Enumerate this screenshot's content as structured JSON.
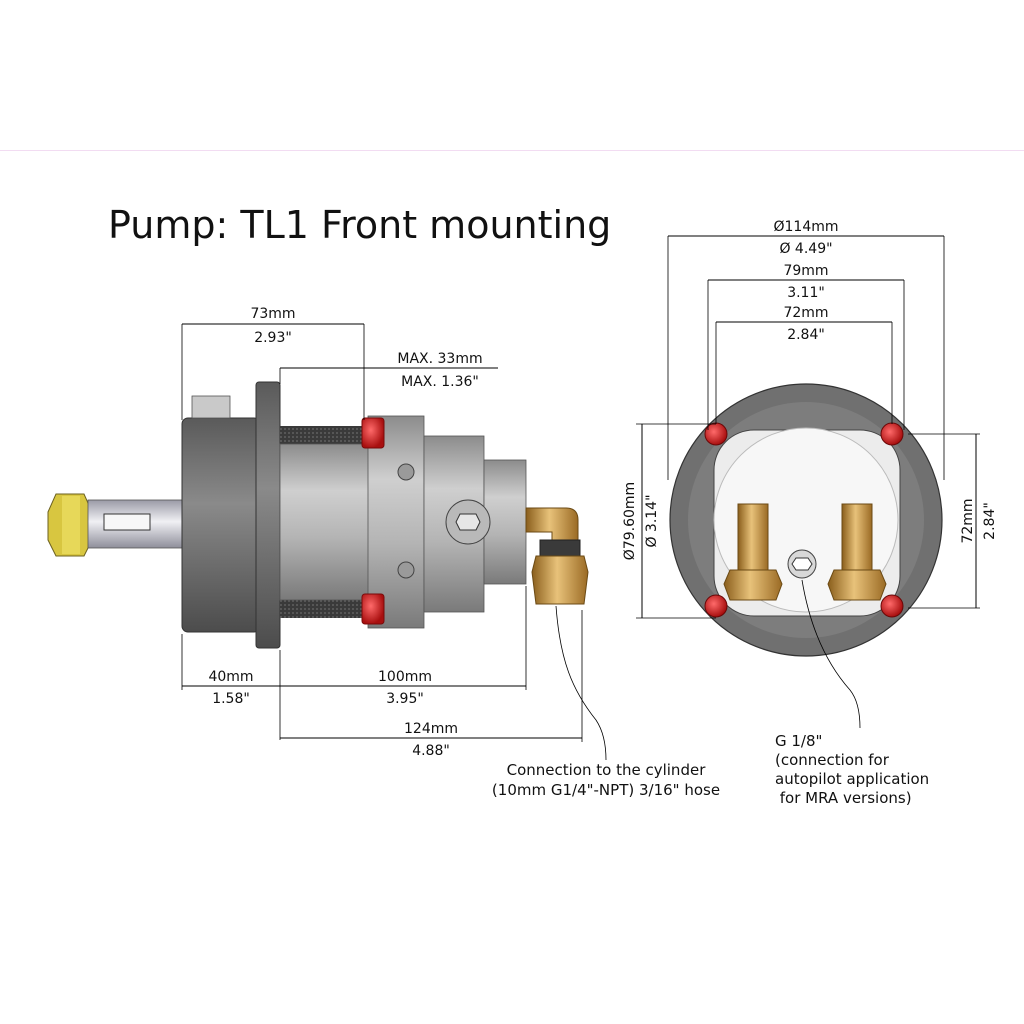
{
  "title": "Pump: TL1 Front mounting",
  "side_view": {
    "overall_length": {
      "metric": "73mm",
      "imperial": "2.93\""
    },
    "max_depth": {
      "metric": "MAX. 33mm",
      "imperial": "MAX. 1.36\""
    },
    "flange_to_shaft": {
      "metric": "40mm",
      "imperial": "1.58\""
    },
    "body_length": {
      "metric": "100mm",
      "imperial": "3.95\""
    },
    "total_to_fitting": {
      "metric": "124mm",
      "imperial": "4.88\""
    },
    "cylinder_note": [
      "Connection to the cylinder",
      "(10mm G1/4\"-NPT) 3/16\" hose"
    ]
  },
  "front_view": {
    "outer_diameter": {
      "metric": "Ø114mm",
      "imperial": "Ø 4.49\""
    },
    "bolt_span_outer": {
      "metric": "79mm",
      "imperial": "3.11\""
    },
    "bolt_span_inner": {
      "metric": "72mm",
      "imperial": "2.84\""
    },
    "vertical_diameter": {
      "metric": "Ø79.60mm",
      "imperial": "Ø 3.14\""
    },
    "vertical_span": {
      "metric": "72mm",
      "imperial": "2.84\""
    },
    "autopilot_note": [
      "G 1/8\"",
      "(connection for",
      "autopilot application",
      " for MRA versions)"
    ]
  },
  "colors": {
    "body_gray": "#a8a8a8",
    "flange_gray": "#6f6f6f",
    "bolt_red": "#d41c1c",
    "brass": "#c99a4a"
  }
}
